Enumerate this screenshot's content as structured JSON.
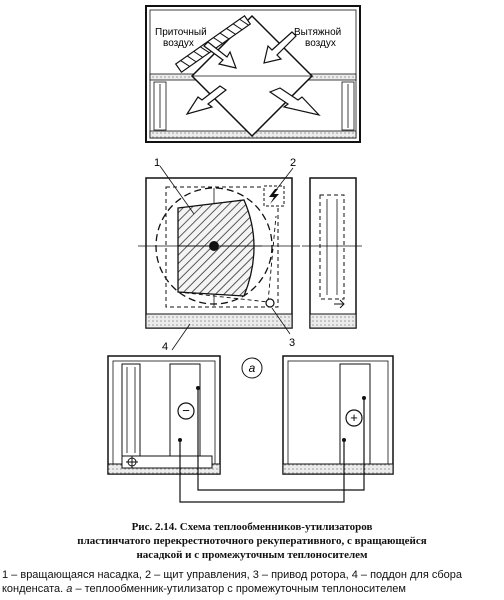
{
  "top_unit": {
    "supply_label": [
      "Приточный",
      "воздух"
    ],
    "exhaust_label": [
      "Вытяжной",
      "воздух"
    ]
  },
  "rotor_unit": {
    "callouts": [
      "1",
      "2",
      "3",
      "4"
    ]
  },
  "intermediate_unit": {
    "figure_letter": "а",
    "minus_symbol": "−",
    "plus_symbol": "+"
  },
  "caption": {
    "title_line1": "Рис. 2.14. Схема теплообменников-утилизаторов",
    "title_line2": "пластинчатого перекрестноточного рекуперативного, с вращающейся",
    "title_line3": "насадкой и с промежуточным теплоносителем",
    "legend_main": "1 – вращающаяся насадка, 2 – щит управления, 3 – привод ротора, 4 – поддон для сбора конденсата. ",
    "legend_letter": "а",
    "legend_tail": " – теплообменник-утилизатор с промежуточным теплоносителем"
  }
}
